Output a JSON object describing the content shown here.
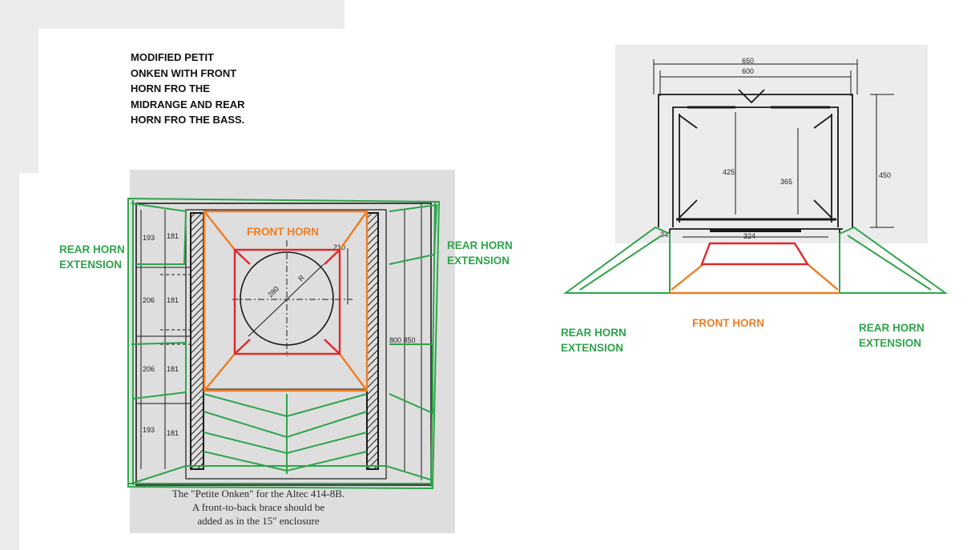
{
  "colors": {
    "green": "#2ea44a",
    "orange": "#ef7d22",
    "red": "#e0282c",
    "ink": "#1a1a1a",
    "paper": "#dedede"
  },
  "note": "MODIFIED PETIT\nONKEN WITH FRONT\nHORN FRO THE\nMIDRANGE AND REAR\nHORN FRO THE BASS.",
  "left_view": {
    "front_horn_label": "FRONT HORN",
    "rear_left_label": "REAR HORN\nEXTENSION",
    "rear_right_label": "REAR HORN\nEXTENSION",
    "caption": "The \"Petite Onken\" for the Altec 414-8B.\nA front-to-back brace should be\nadded as in the 15\" enclosure",
    "dims": {
      "outer_left": [
        "193",
        "206",
        "206",
        "193"
      ],
      "inner_left": [
        "181",
        "181",
        "181",
        "181"
      ],
      "right": "800 850",
      "cutout_diameter": "280",
      "cutout_radius": "R",
      "top_right": "210"
    }
  },
  "right_view": {
    "front_horn_label": "FRONT HORN",
    "rear_left_label": "REAR HORN\nEXTENSION",
    "rear_right_label": "REAR HORN\nEXTENSION",
    "dims": {
      "width_outer": "650",
      "width_inner": "600",
      "height_a": "425",
      "height_b": "365",
      "height_c": "450",
      "port": "324",
      "side": "34"
    }
  }
}
